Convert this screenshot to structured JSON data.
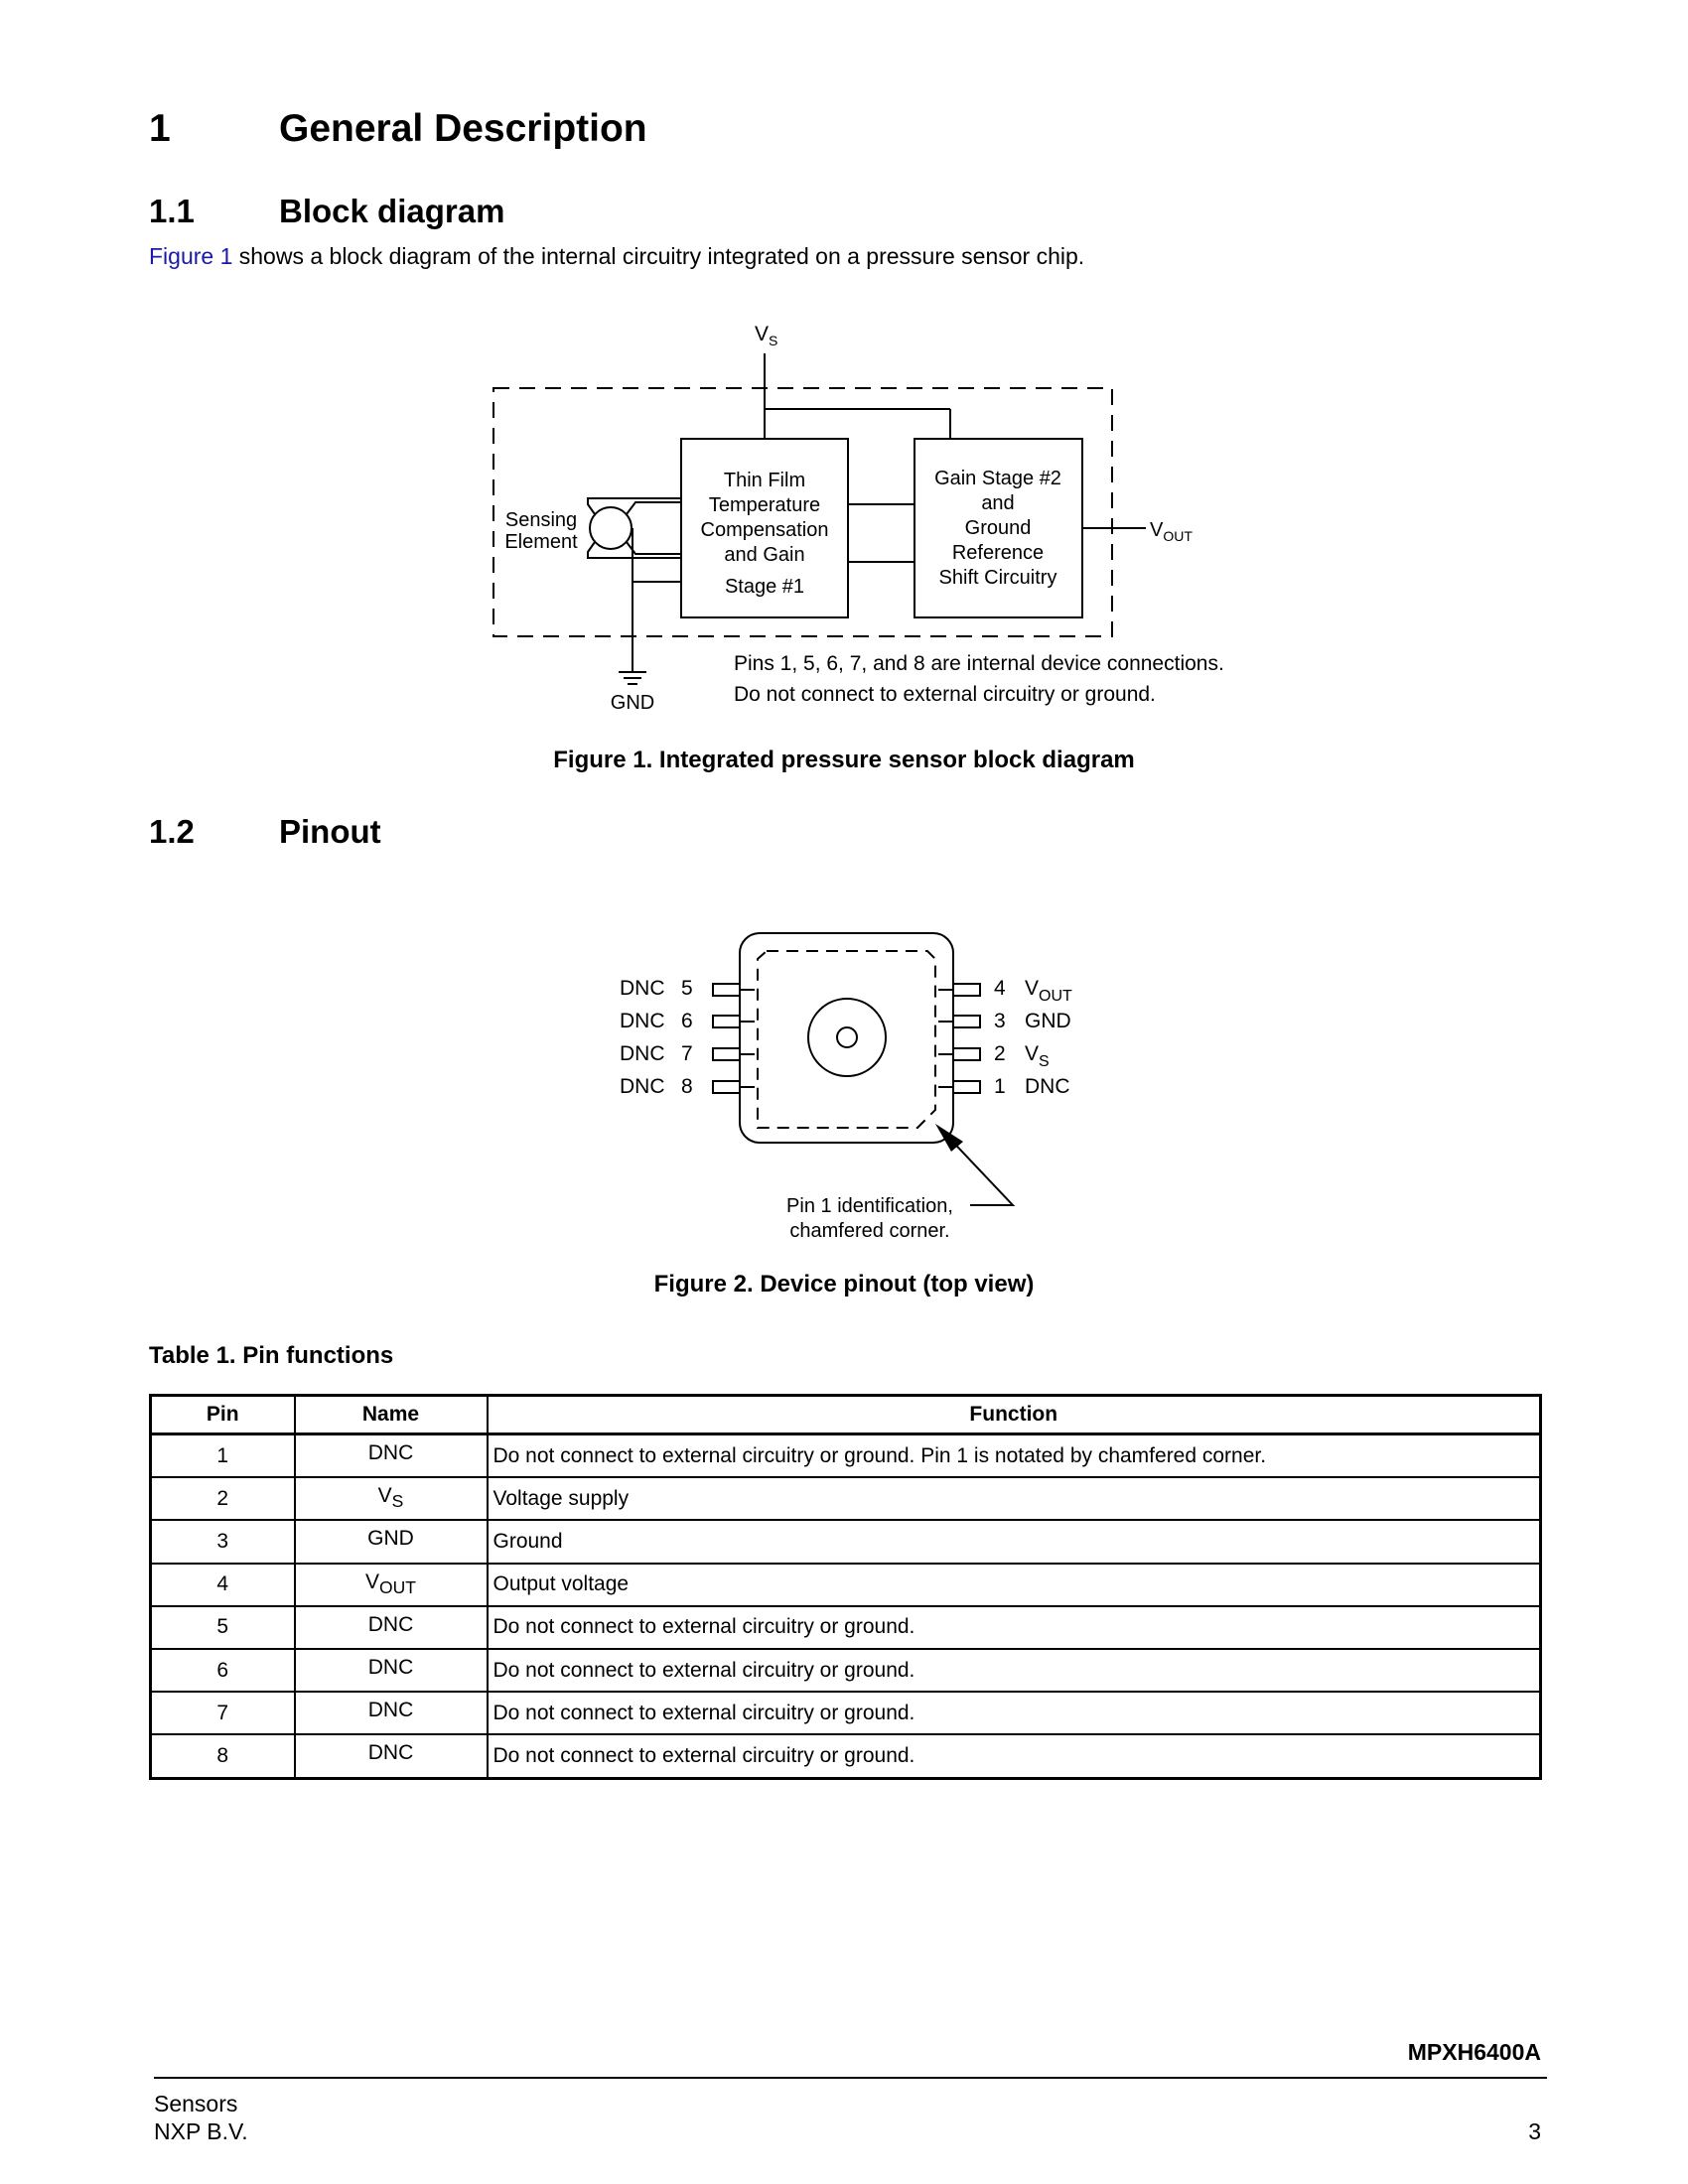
{
  "section": {
    "number": "1",
    "title": "General Description"
  },
  "subsection_block": {
    "number": "1.1",
    "title": "Block diagram"
  },
  "intro": {
    "link": "Figure 1",
    "text": " shows a block diagram of the internal circuitry integrated on a pressure sensor chip."
  },
  "figure1": {
    "vs_label": "V",
    "vs_sub": "S",
    "vout_label": "V",
    "vout_sub": "OUT",
    "sensing_element": [
      "Sensing",
      "Element"
    ],
    "block1": [
      "Thin Film",
      "Temperature",
      "Compensation",
      "and Gain",
      "Stage #1"
    ],
    "block2": [
      "Gain Stage #2",
      "and",
      "Ground",
      "Reference",
      "Shift Circuitry"
    ],
    "gnd_label": "GND",
    "note": [
      "Pins 1, 5, 6, 7, and 8 are internal device connections.",
      "Do not connect to external circuitry or ground."
    ],
    "caption": "Figure 1. Integrated pressure sensor block diagram"
  },
  "subsection_pinout": {
    "number": "1.2",
    "title": "Pinout"
  },
  "figure2": {
    "left_pins": [
      {
        "name": "DNC",
        "num": "5"
      },
      {
        "name": "DNC",
        "num": "6"
      },
      {
        "name": "DNC",
        "num": "7"
      },
      {
        "name": "DNC",
        "num": "8"
      }
    ],
    "right_pins": [
      {
        "num": "4",
        "name": "V",
        "sub": "OUT"
      },
      {
        "num": "3",
        "name": "GND",
        "sub": ""
      },
      {
        "num": "2",
        "name": "V",
        "sub": "S"
      },
      {
        "num": "1",
        "name": "DNC",
        "sub": ""
      }
    ],
    "annotation": [
      "Pin 1 identification,",
      "chamfered corner."
    ],
    "caption": "Figure 2. Device pinout (top view)"
  },
  "table1": {
    "title": "Table 1. Pin functions",
    "headers": [
      "Pin",
      "Name",
      "Function"
    ],
    "rows": [
      {
        "pin": "1",
        "name": "DNC",
        "sub": "",
        "function": "Do not connect to external circuitry or ground. Pin 1 is notated by chamfered corner."
      },
      {
        "pin": "2",
        "name": "V",
        "sub": "S",
        "function": "Voltage supply"
      },
      {
        "pin": "3",
        "name": "GND",
        "sub": "",
        "function": "Ground"
      },
      {
        "pin": "4",
        "name": "V",
        "sub": "OUT",
        "function": "Output voltage"
      },
      {
        "pin": "5",
        "name": "DNC",
        "sub": "",
        "function": "Do not connect to external circuitry or ground."
      },
      {
        "pin": "6",
        "name": "DNC",
        "sub": "",
        "function": "Do not connect to external circuitry or ground."
      },
      {
        "pin": "7",
        "name": "DNC",
        "sub": "",
        "function": "Do not connect to external circuitry or ground."
      },
      {
        "pin": "8",
        "name": "DNC",
        "sub": "",
        "function": "Do not connect to external circuitry or ground."
      }
    ]
  },
  "footer": {
    "doc_id": "MPXH6400A",
    "category": "Sensors",
    "company": "NXP B.V.",
    "page": "3"
  }
}
